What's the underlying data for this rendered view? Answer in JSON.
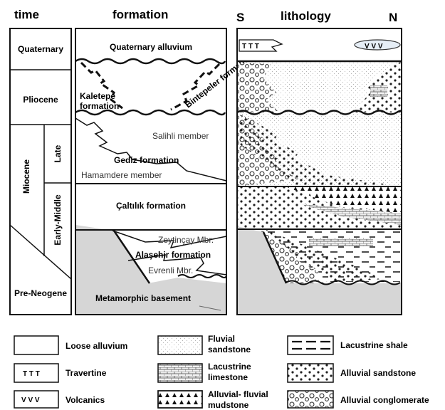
{
  "headers": {
    "time": "time",
    "formation": "formation",
    "lithology": "lithology",
    "south": "S",
    "north": "N"
  },
  "time_column": {
    "quaternary": "Quaternary",
    "pliocene": "Pliocene",
    "miocene": "Miocene",
    "late": "Late",
    "early_middle": "Early-Middle",
    "pre_neogene": "Pre-Neogene"
  },
  "formation_column": {
    "quaternary_alluvium": "Quaternary alluvium",
    "kaletepe": "Kaletepe",
    "kaletepe_formation": "formation",
    "bintepeler": "Bintepeler formation",
    "salihli_member": "Salihli member",
    "gediz_formation": "Gediz formation",
    "hamamdere_member": "Hamamdere member",
    "caltilik_formation": "Çaltılık formation",
    "zeytincay_mbr": "Zeytinçay Mbr.",
    "alasehir_formation": "Alaşehir formation",
    "evrenli_mbr": "Evrenli Mbr.",
    "metamorphic_basement": "Metamorphic basement"
  },
  "lithology_column": {
    "travertine_symbol": "T T T",
    "volcanic_symbol": "V V V"
  },
  "legend": {
    "loose_alluvium": "Loose alluvium",
    "travertine": "Travertine",
    "travertine_symbol": "T T T",
    "volcanics": "Volcanics",
    "volcanics_symbol": "V V V",
    "fluvial_sandstone_1": "Fluvial",
    "fluvial_sandstone_2": "sandstone",
    "lacustrine_limestone_1": "Lacustrine",
    "lacustrine_limestone_2": "limestone",
    "alluvial_fluvial_mudstone_1": "Alluvial- fluvial",
    "alluvial_fluvial_mudstone_2": "mudstone",
    "lacustrine_shale": "Lacustrine shale",
    "alluvial_sandstone": "Alluvial sandstone",
    "alluvial_conglomerate": "Alluvial conglomerate"
  },
  "colors": {
    "basement": "#d6d6d6",
    "stroke": "#111111",
    "dot": "#222222"
  }
}
